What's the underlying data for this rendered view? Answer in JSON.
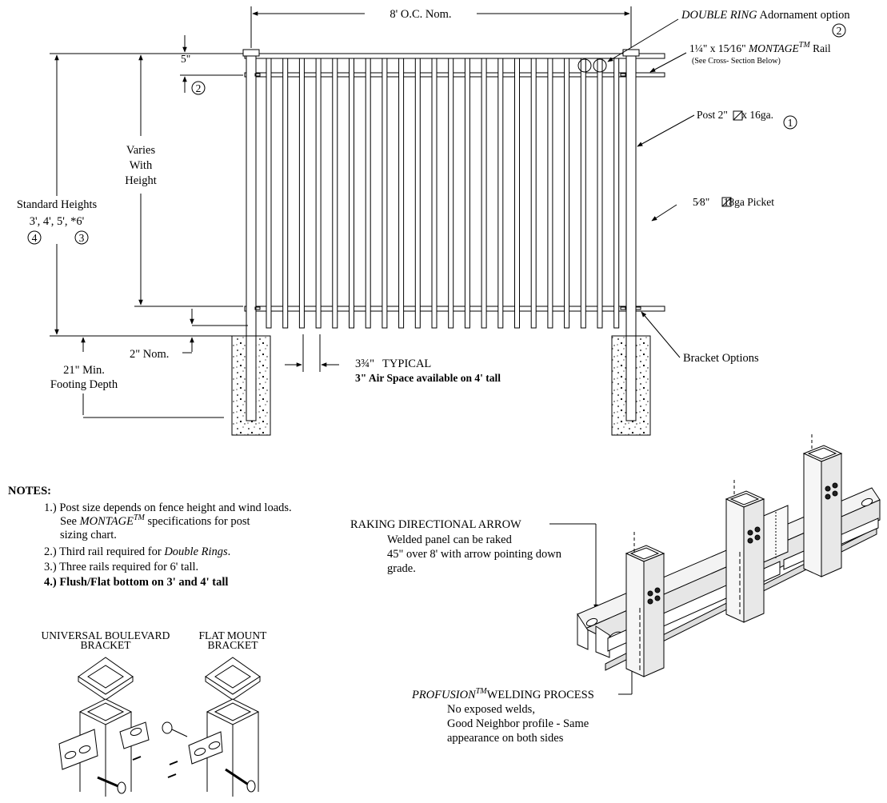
{
  "top_dimension": "8' O.C. Nom.",
  "double_ring": {
    "name": "DOUBLE RING",
    "rest": " Adornament option",
    "callout": "2"
  },
  "rail": {
    "pre": "1¼\" x ",
    "frac": "15⁄16",
    "unit": "\" ",
    "brand": "MONTAGE",
    "tm": "TM",
    "post": " Rail",
    "sub": "(See Cross- Section Below)"
  },
  "post_label": {
    "pre": "Post 2\"",
    "post": " x 16ga.",
    "callout": "1"
  },
  "picket_label": {
    "frac": "5⁄8",
    "post": "\" ",
    "rest": " 18ga Picket"
  },
  "top_gap": {
    "value": "5\"",
    "callout": "2"
  },
  "varies": [
    "Varies",
    "With",
    "Height"
  ],
  "standard_heights": {
    "title": "Standard Heights",
    "values": "3', 4', 5', *6'",
    "callout_a": "4",
    "callout_b": "3"
  },
  "bottom_gap": "2\" Nom.",
  "footing": [
    "21\" Min.",
    "Footing Depth"
  ],
  "spacing": {
    "value": "3¾\"",
    "suffix": "TYPICAL",
    "air": "3\" Air Space available on 4' tall"
  },
  "bracket_options": "Bracket Options",
  "notes": {
    "heading": "NOTES:",
    "n1a": "1.) Post size depends on fence height and wind loads.",
    "n1b_pre": "See ",
    "n1b_brand": "MONTAGE",
    "n1b_tm": "TM",
    "n1b_post": " specifications for post",
    "n1c": "sizing chart.",
    "n2_pre": "2.) Third rail required for ",
    "n2_ital": "Double Rings",
    "n2_post": ".",
    "n3": "3.) Three rails required for 6' tall.",
    "n4": "4.) Flush/Flat bottom on 3' and 4' tall"
  },
  "brackets": {
    "universal": [
      "UNIVERSAL BOULEVARD",
      "BRACKET"
    ],
    "flat": [
      "FLAT MOUNT",
      "BRACKET"
    ]
  },
  "raking": {
    "title": "RAKING DIRECTIONAL ARROW",
    "lines": [
      "Welded panel can be raked",
      "45\" over 8' with arrow pointing down",
      "grade."
    ]
  },
  "profusion": {
    "brand": "PROFUSION",
    "tm": "TM",
    "rest": "WELDING PROCESS",
    "lines": [
      "No exposed welds,",
      "Good Neighbor profile - Same",
      "appearance on both sides"
    ]
  }
}
